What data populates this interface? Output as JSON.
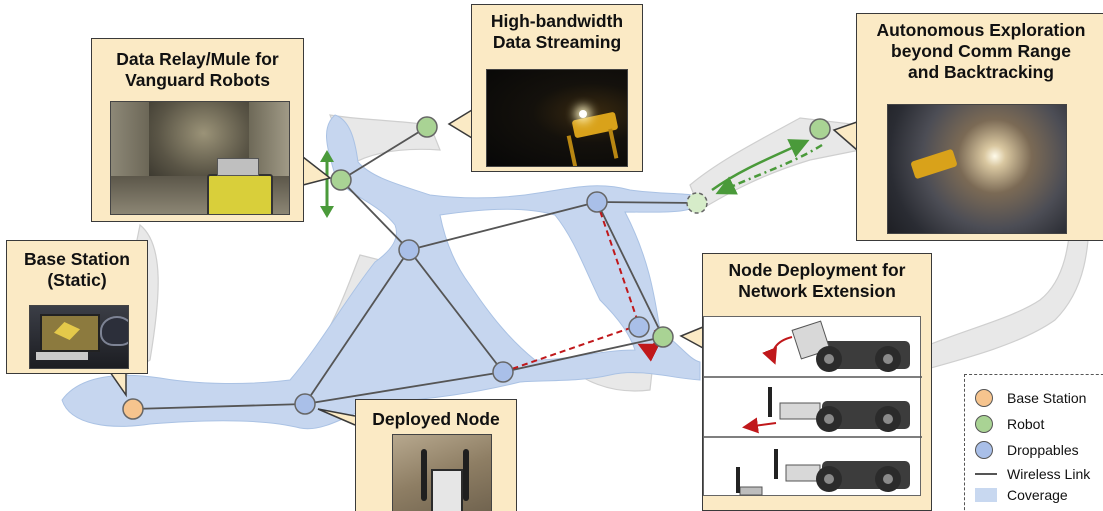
{
  "callouts": {
    "data_relay": [
      "Data Relay/Mule for",
      "Vanguard Robots"
    ],
    "high_bandwidth": [
      "High-bandwidth",
      "Data Streaming"
    ],
    "autonomous": [
      "Autonomous Exploration",
      "beyond Comm Range",
      "and Backtracking"
    ],
    "base_station": [
      "Base Station",
      "(Static)"
    ],
    "node_deployment": [
      "Node Deployment for",
      "Network Extension"
    ],
    "deployed_node": [
      "Deployed Node"
    ]
  },
  "legend": {
    "items": [
      {
        "label": "Base Station",
        "color": "#f6c48e"
      },
      {
        "label": "Robot",
        "color": "#a9d394"
      },
      {
        "label": "Droppables",
        "color": "#a9bfe8"
      },
      {
        "label": "Wireless Link",
        "color": "#555555"
      },
      {
        "label": "Coverage",
        "color": "#c8d8f0"
      }
    ]
  },
  "colors": {
    "coverage": "#c6d6ef",
    "tunnel": "#e6e6e6",
    "link": "#555555",
    "planned_link": "#c0181b",
    "robot_path": "#4a9a3a",
    "callout_fill": "#fbeac5"
  }
}
